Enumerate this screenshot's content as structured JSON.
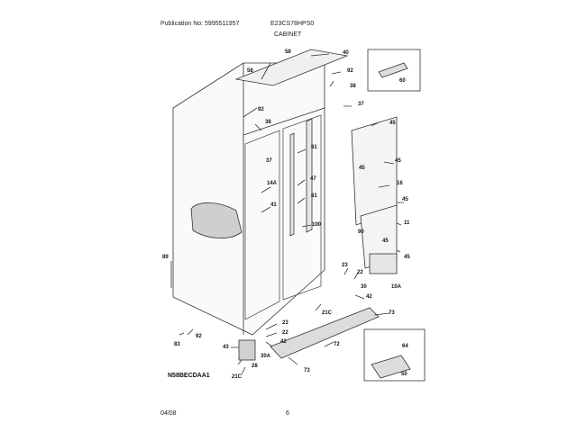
{
  "header": {
    "publication": "Publication No: 5995511957",
    "model": "E23CS78HPS0",
    "section": "CABINET"
  },
  "footer": {
    "date": "04/08",
    "page": "6"
  },
  "diagram_code": "N58BECDAA1",
  "callouts": {
    "c58a": "58",
    "c58b": "58",
    "c40": "40",
    "c92a": "92",
    "c38a": "38",
    "c37a": "37",
    "c92b": "92",
    "c38b": "38",
    "c60": "60",
    "c45a": "45",
    "c37b": "37",
    "c81a": "81",
    "c47": "47",
    "c81b": "81",
    "c45b": "45",
    "c45c": "45",
    "c16": "16",
    "c14a": "14A",
    "c41": "41",
    "c45d": "45",
    "c11": "11",
    "c100": "100",
    "c90": "90",
    "c45e": "45",
    "c45f": "45",
    "c89": "89",
    "c23a": "23",
    "c22a": "22",
    "c30": "30",
    "c10a": "10A",
    "c42a": "42",
    "c21ca": "21C",
    "c73a": "73",
    "c23b": "23",
    "c22b": "22",
    "c83": "83",
    "c92c": "92",
    "c42b": "42",
    "c72": "72",
    "c43": "43",
    "c30a": "30A",
    "c28": "28",
    "c73b": "73",
    "c21cb": "21C",
    "c64": "64",
    "c50": "50"
  }
}
